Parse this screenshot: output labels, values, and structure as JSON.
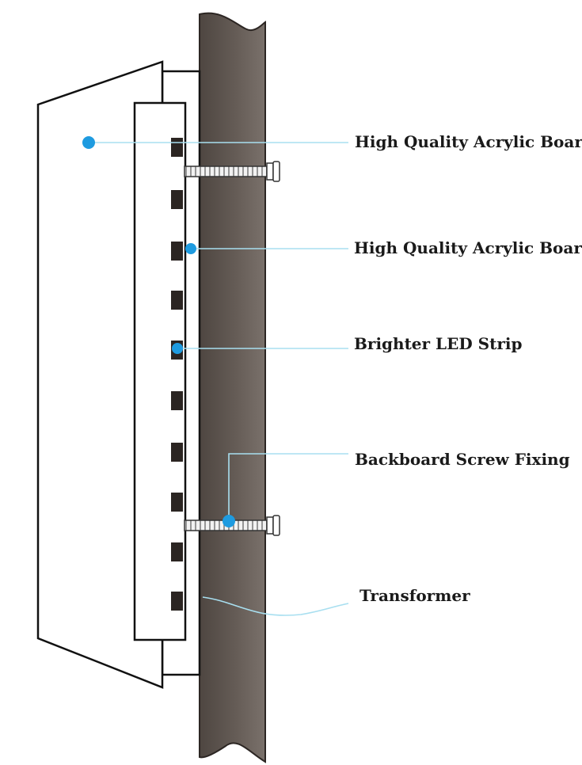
{
  "labels": [
    {
      "id": "label-1",
      "text": "High Quality Acrylic Board"
    },
    {
      "id": "label-2",
      "text": "High Quality Acrylic Board"
    },
    {
      "id": "label-3",
      "text": "Brighter LED Strip"
    },
    {
      "id": "label-4",
      "text": "Backboard Screw Fixing"
    },
    {
      "id": "label-5",
      "text": "Transformer"
    }
  ],
  "colors": {
    "wall": "#5e5550",
    "wall_shade": "#8a827c",
    "dot": "#1e9be0",
    "leader": "#a8dff0",
    "led": "#2b2522",
    "outline": "#111111"
  }
}
